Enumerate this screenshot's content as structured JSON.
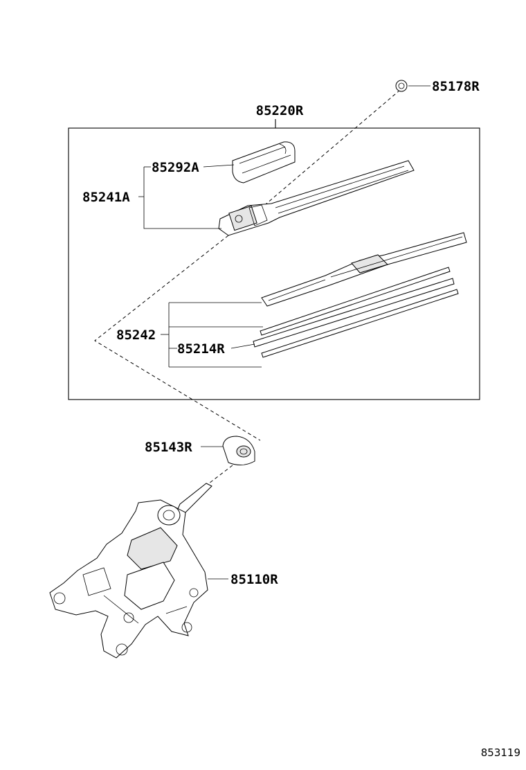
{
  "diagram": {
    "labels": {
      "nut": "85178R",
      "wiper_arm_blade_assy": "85220R",
      "arm_head_cap": "85292A",
      "wiper_arm": "85241A",
      "wiper_blade": "85242",
      "blade_rubber": "85214R",
      "pivot_cap": "85143R",
      "wiper_motor": "85110R"
    },
    "figure_reference": "853119"
  }
}
